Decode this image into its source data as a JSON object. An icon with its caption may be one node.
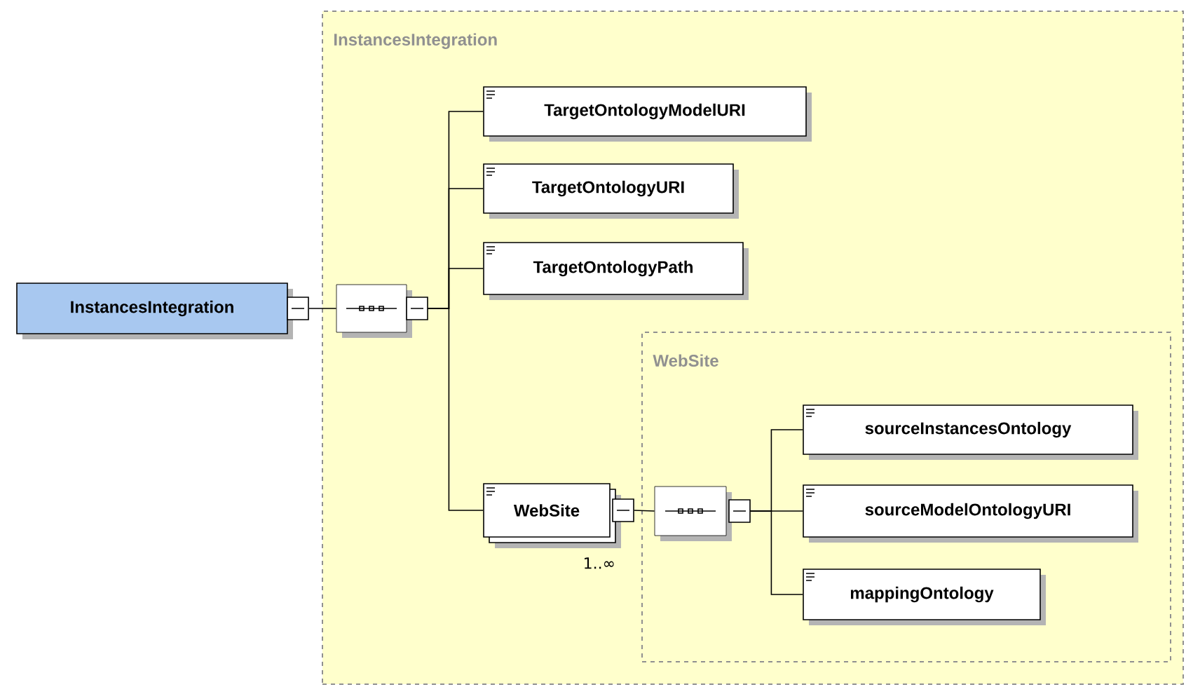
{
  "diagram": {
    "nodes": [
      {
        "text": [
          "InstancesIntegration"
        ]
      },
      {
        "text": [
          "InstancesIntegration"
        ]
      },
      {
        "text": [],
        "shape": "octagon",
        "in": 0
      },
      {
        "text": [
          "TargetOntologyModelURI"
        ],
        "in": 0
      },
      {
        "text": [
          "TargetOntologyURI"
        ],
        "in": 0
      },
      {
        "text": [
          "TargetOntologyPath"
        ],
        "in": 0
      },
      {
        "text": [
          "WebSite"
        ],
        "in": 0,
        "beside": [
          "1..∞"
        ]
      },
      {
        "text": [
          "WebSite"
        ],
        "in": 0
      },
      {
        "text": [],
        "shape": "octagon",
        "in": 7
      },
      {
        "text": [
          "sourceInstancesOntology"
        ],
        "in": 7
      },
      {
        "text": [
          "sourceModelOntologyURI"
        ],
        "in": 7
      },
      {
        "text": [
          "mappingOntology"
        ],
        "in": 7
      }
    ],
    "edges": [
      {
        "from": 1,
        "to": 2,
        "arrow": "none"
      },
      {
        "from": 2,
        "to": 3,
        "arrow": "none"
      },
      {
        "from": 2,
        "to": 4,
        "arrow": "none"
      },
      {
        "from": 2,
        "to": 5,
        "arrow": "none"
      },
      {
        "from": 2,
        "to": 6,
        "arrow": "none"
      },
      {
        "from": 6,
        "to": 8,
        "arrow": "none"
      },
      {
        "from": 8,
        "to": 9,
        "arrow": "none"
      },
      {
        "from": 8,
        "to": 10,
        "arrow": "none"
      },
      {
        "from": 8,
        "to": 11,
        "arrow": "none"
      }
    ]
  }
}
